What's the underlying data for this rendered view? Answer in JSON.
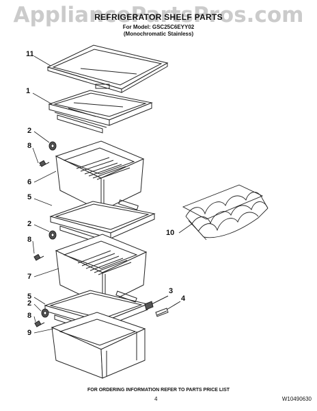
{
  "header": {
    "watermark": "AppliancePartsPros.com",
    "title": "REFRIGERATOR SHELF PARTS",
    "for_models": "For Model: GSC25C6EYY02",
    "variant": "(Monochromatic Stainless)"
  },
  "callouts": [
    {
      "id": "c11",
      "label": "11"
    },
    {
      "id": "c1",
      "label": "1"
    },
    {
      "id": "c2a",
      "label": "2"
    },
    {
      "id": "c8a",
      "label": "8"
    },
    {
      "id": "c6",
      "label": "6"
    },
    {
      "id": "c5a",
      "label": "5"
    },
    {
      "id": "c2b",
      "label": "2"
    },
    {
      "id": "c8b",
      "label": "8"
    },
    {
      "id": "c7",
      "label": "7"
    },
    {
      "id": "c5b",
      "label": "5"
    },
    {
      "id": "c2c",
      "label": "2"
    },
    {
      "id": "c8c",
      "label": "8"
    },
    {
      "id": "c9",
      "label": "9"
    },
    {
      "id": "c3",
      "label": "3"
    },
    {
      "id": "c4",
      "label": "4"
    },
    {
      "id": "c10",
      "label": "10"
    }
  ],
  "footer": {
    "ordering_note": "FOR ORDERING INFORMATION REFER TO PARTS PRICE LIST",
    "page_number": "4",
    "document_id": "W10490630"
  },
  "colors": {
    "line": "#222222",
    "watermark": "#a0a0a0"
  }
}
